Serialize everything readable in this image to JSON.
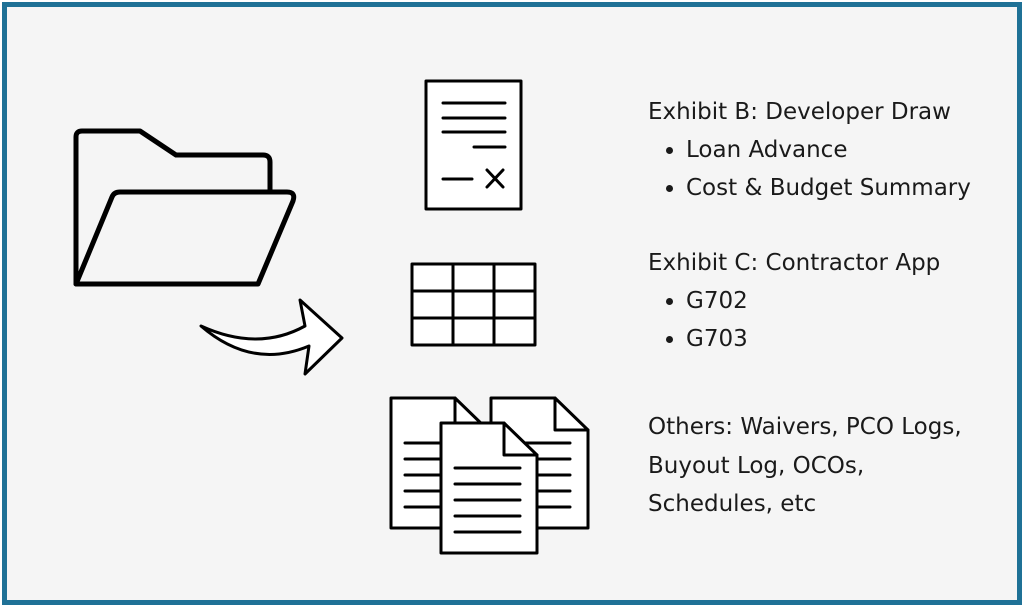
{
  "colors": {
    "border": "#1f7196",
    "background": "#f5f5f5",
    "ink": "#1a1a1a"
  },
  "icons": {
    "source": "open-folder-icon",
    "arrow": "curved-arrow-right-icon",
    "draw_form": "signed-document-icon",
    "contractor_app": "spreadsheet-grid-icon",
    "others": "stacked-documents-icon"
  },
  "exhibit_b": {
    "title": "Exhibit B: Developer Draw",
    "items": [
      "Loan Advance",
      "Cost & Budget Summary"
    ]
  },
  "exhibit_c": {
    "title": "Exhibit C: Contractor App",
    "items": [
      "G702",
      "G703"
    ]
  },
  "others": {
    "lines": [
      "Others: Waivers, PCO Logs,",
      "Buyout Log, OCOs,",
      "Schedules, etc"
    ]
  }
}
